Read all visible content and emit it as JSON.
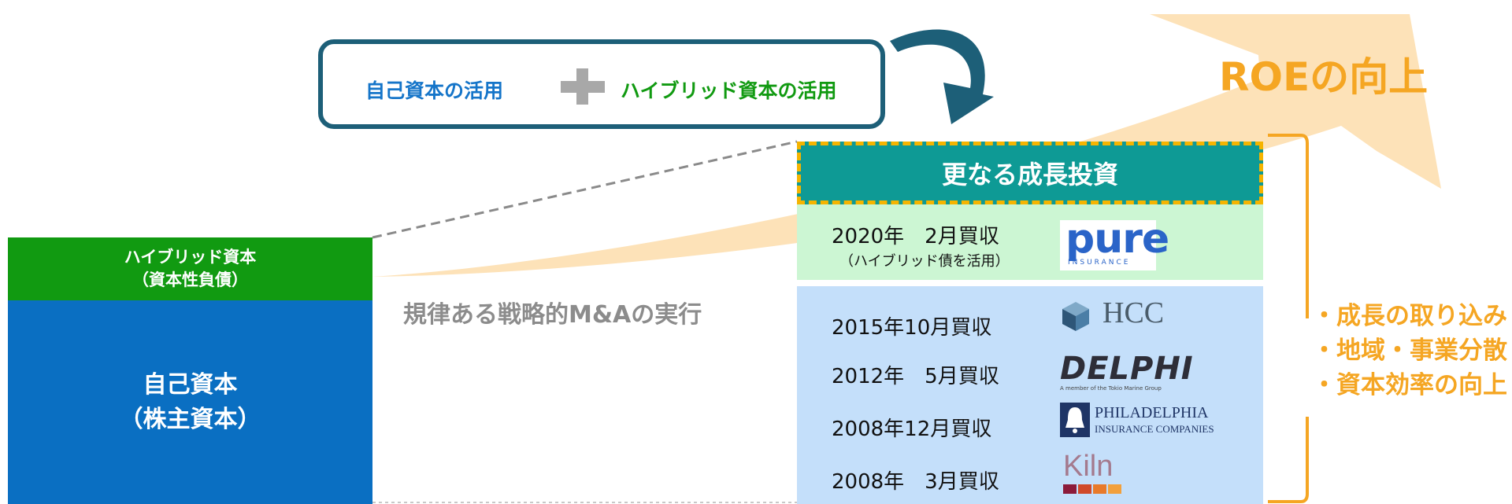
{
  "left_stack": {
    "hybrid_line1": "ハイブリッド資本",
    "hybrid_line2": "（資本性負債）",
    "equity_line1": "自己資本",
    "equity_line2": "（株主資本）"
  },
  "strategy_label": "規律ある戦略的M&Aの実行",
  "usage_box": {
    "left_text": "自己資本の活用",
    "right_text": "ハイブリッド資本の活用"
  },
  "growth_header": "更なる成長投資",
  "acquisitions": [
    {
      "date": "2020年　2月買収",
      "note": "（ハイブリッド債を活用）",
      "logo": "pure-logo",
      "logo_text": "pure",
      "logo_sub": "INSURANCE"
    },
    {
      "date": "2015年10月買収",
      "logo": "hcc-logo",
      "logo_text": "HCC"
    },
    {
      "date": "2012年　5月買収",
      "logo": "delphi-logo",
      "logo_text": "DELPHI",
      "logo_sub": "A member of the Tokio Marine Group"
    },
    {
      "date": "2008年12月買収",
      "logo": "philadelphia-logo",
      "logo_text": "PHILADELPHIA",
      "logo_sub": "INSURANCE COMPANIES"
    },
    {
      "date": "2008年　3月買収",
      "logo": "kiln-logo",
      "logo_text": "Kiln"
    }
  ],
  "roe_label": "ROEの向上",
  "benefits": [
    "・成長の取り込み",
    "・地域・事業分散",
    "・資本効率の向上"
  ],
  "colors": {
    "hybrid_green": "#119a11",
    "equity_blue": "#0a6fc2",
    "teal_header": "#0e9a95",
    "accent_orange": "#f5a623",
    "arrow_fill": "#fde2b8",
    "box_border": "#1d5f78"
  }
}
